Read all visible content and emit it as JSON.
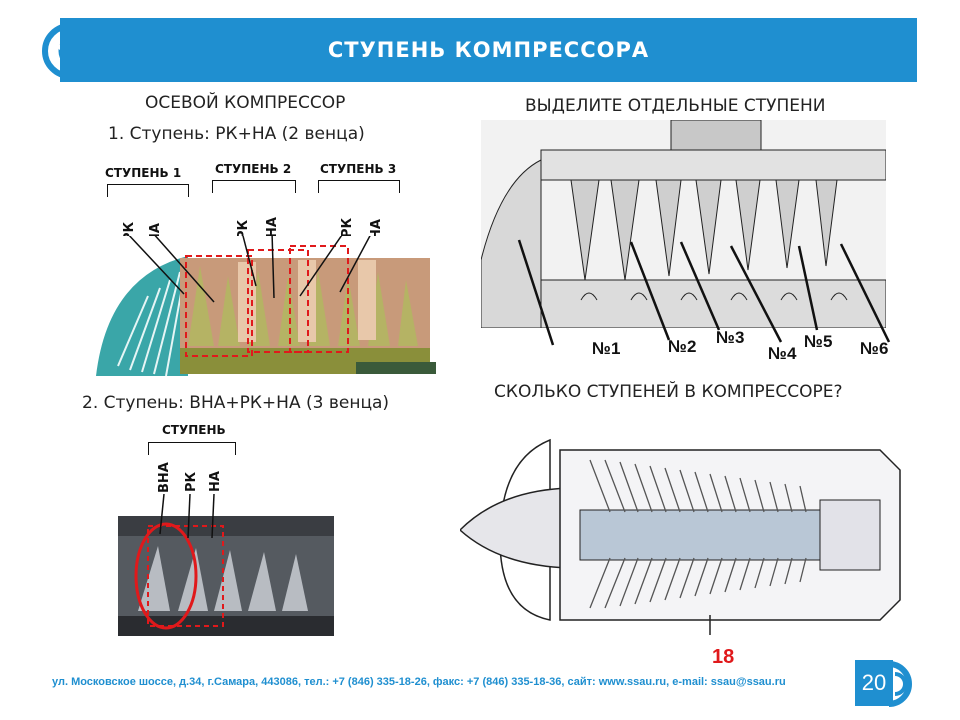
{
  "header": {
    "title": "СТУПЕНЬ КОМПРЕССОРА"
  },
  "left": {
    "heading": "ОСЕВОЙ КОМПРЕССОР",
    "case1": "1. Ступень: РК+НА (2 венца)",
    "stage_labels": [
      "СТУПЕНЬ 1",
      "СТУПЕНЬ 2",
      "СТУПЕНЬ 3"
    ],
    "rk": "РК",
    "na": "НА",
    "case2": "2. Ступень: ВНА+РК+НА (3 венца)",
    "stage2_label": "СТУПЕНЬ",
    "vna": "ВНА"
  },
  "right": {
    "heading1": "ВЫДЕЛИТЕ ОТДЕЛЬНЫЕ СТУПЕНИ",
    "numbers": [
      "№1",
      "№2",
      "№3",
      "№4",
      "№5",
      "№6"
    ],
    "heading2": "СКОЛЬКО СТУПЕНЕЙ В КОМПРЕССОРЕ?",
    "answer": "18"
  },
  "footer": {
    "text": "ул. Московское шоссе, д.34, г.Самара, 443086, тел.: +7 (846) 335-18-26, факс: +7 (846) 335-18-36, сайт: www.ssau.ru, e-mail: ssau@ssau.ru",
    "page": "20"
  },
  "colors": {
    "brand": "#1f8fd0",
    "accent": "#e0191b"
  }
}
